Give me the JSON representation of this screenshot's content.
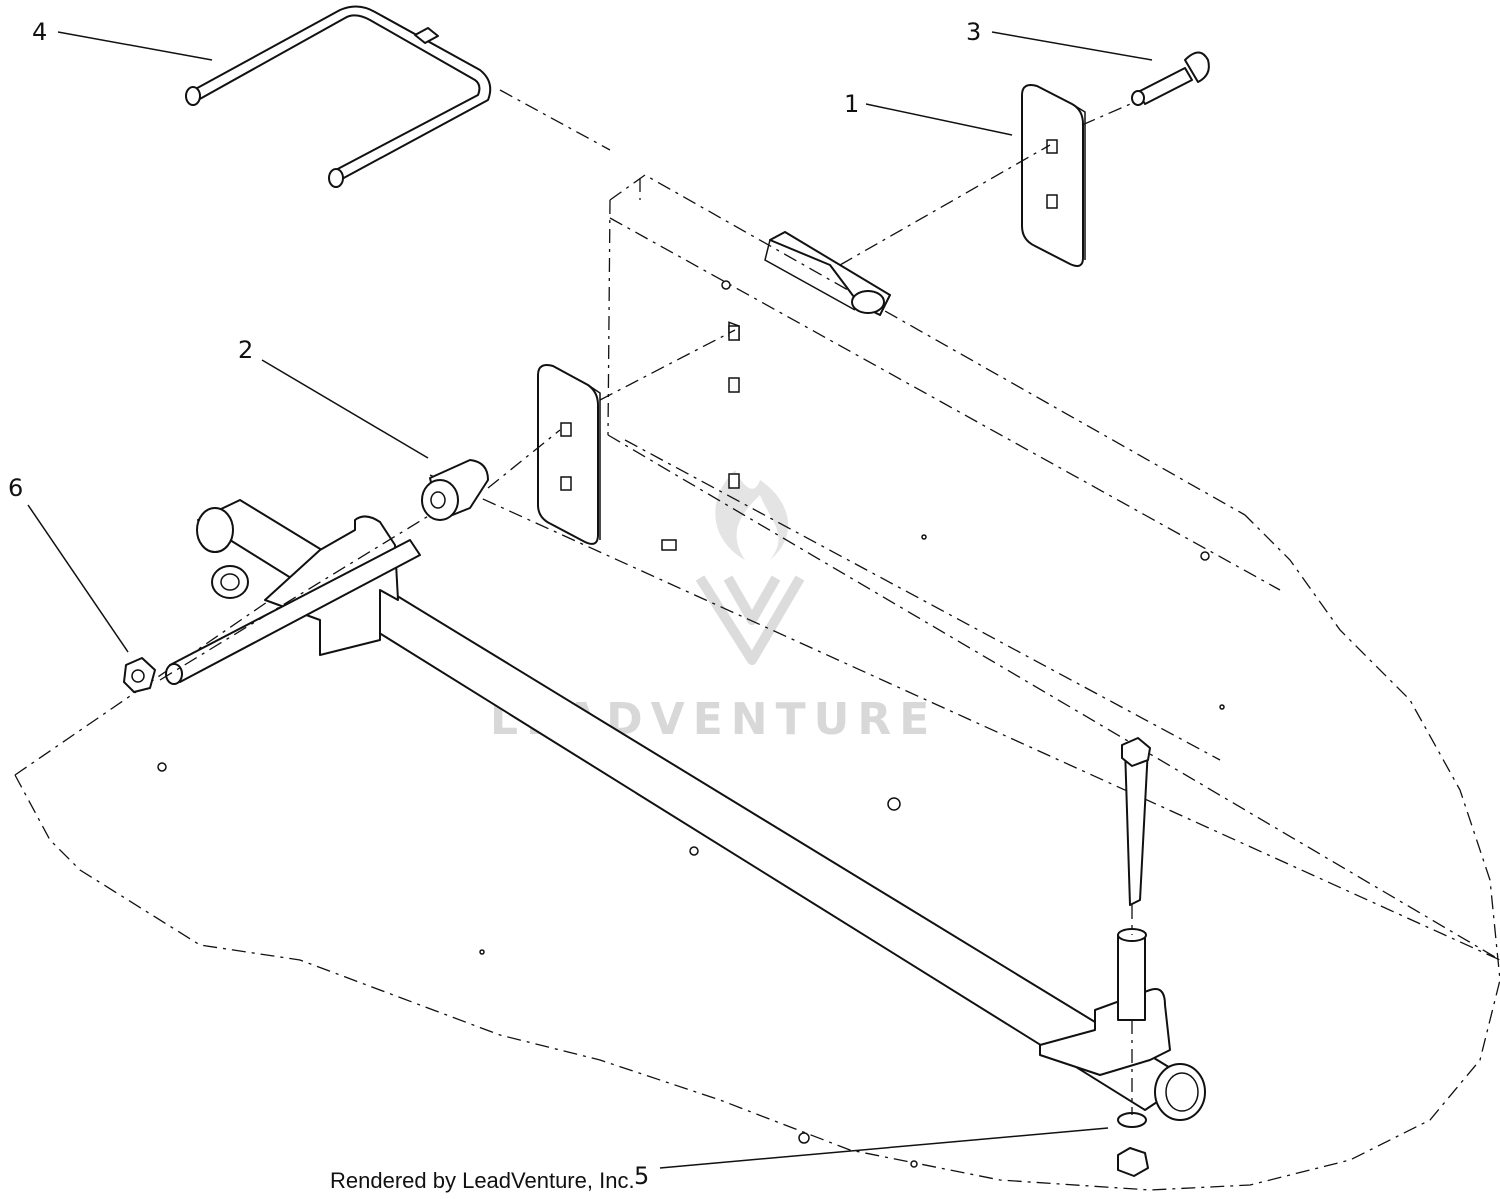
{
  "callouts": [
    {
      "number": "1",
      "part": "mount-plate-right"
    },
    {
      "number": "2",
      "part": "spacer"
    },
    {
      "number": "3",
      "part": "carriage-bolt"
    },
    {
      "number": "4",
      "part": "u-rod"
    },
    {
      "number": "5",
      "part": "bolt-washer-nut-stack"
    },
    {
      "number": "6",
      "part": "flange-nut"
    }
  ],
  "credit_text": "Rendered by LeadVenture, Inc.",
  "watermark": {
    "brand_text": "LEADVENTURE",
    "logo": "leadventure-flame-v-logo",
    "color": "#d8d8d8"
  },
  "colors": {
    "line": "#111111",
    "background": "#ffffff"
  }
}
